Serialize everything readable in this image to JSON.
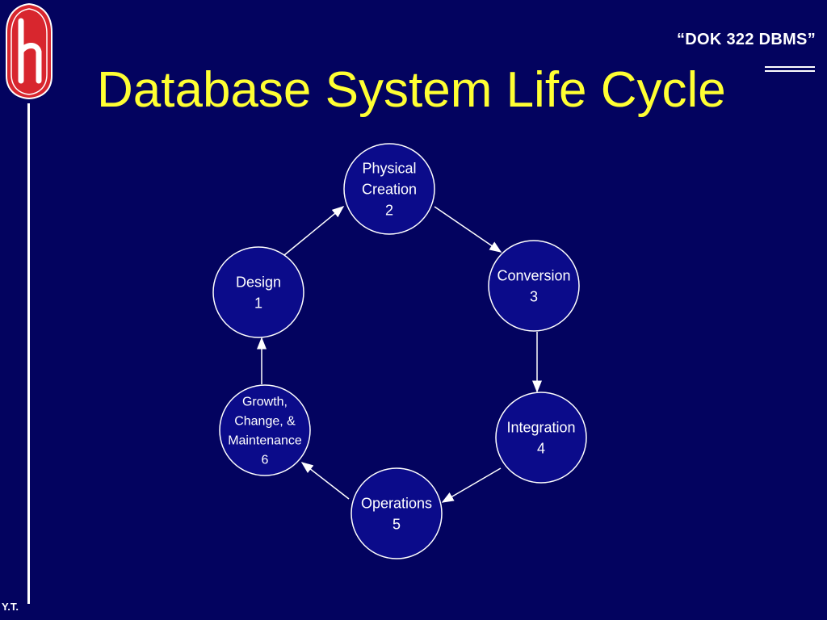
{
  "slide": {
    "course": "“DOK 322 DBMS”",
    "title": "Database System Life Cycle",
    "footer_mark": "Y.T.",
    "title_color": "#ffff33",
    "background_color": "#03035f"
  },
  "logo": {
    "icon": "university-logo-icon",
    "color": "#d8262e"
  },
  "cycle": {
    "stages": [
      {
        "lines": [
          "Design",
          "1"
        ]
      },
      {
        "lines": [
          "Physical",
          "Creation",
          "2"
        ]
      },
      {
        "lines": [
          "Conversion",
          "3"
        ]
      },
      {
        "lines": [
          "Integration",
          "4"
        ]
      },
      {
        "lines": [
          "Operations",
          "5"
        ]
      },
      {
        "lines": [
          "Growth,",
          "Change, &",
          "Maintenance",
          "6"
        ]
      }
    ]
  }
}
